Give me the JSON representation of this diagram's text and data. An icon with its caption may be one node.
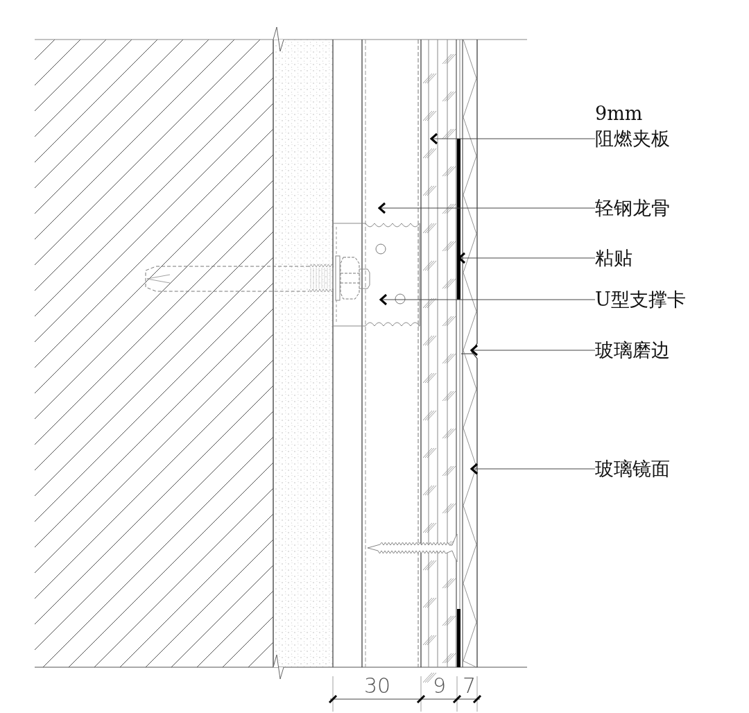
{
  "diagram": {
    "nodes": [
      {
        "text": [
          "9mm",
          "阻燃夹板"
        ]
      },
      {
        "text": [
          "轻钢龙骨"
        ]
      },
      {
        "text": [
          "粘贴"
        ]
      },
      {
        "text": [
          "U型支撑卡"
        ]
      },
      {
        "text": [
          "玻璃磨边"
        ]
      },
      {
        "text": [
          "玻璃镜面"
        ]
      }
    ],
    "edges": [
      {
        "from": 0,
        "to": null,
        "arrow": "to"
      },
      {
        "from": 1,
        "to": null,
        "arrow": "to"
      },
      {
        "from": 2,
        "to": null,
        "arrow": "to"
      },
      {
        "from": 3,
        "to": null,
        "arrow": "to"
      },
      {
        "from": 4,
        "to": null,
        "arrow": "to"
      },
      {
        "from": 5,
        "to": null,
        "arrow": "to"
      }
    ],
    "labels": [
      "30",
      "9",
      "7"
    ]
  }
}
